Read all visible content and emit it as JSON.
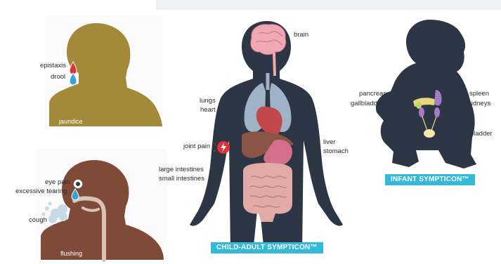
{
  "colors": {
    "jaundice_panel": "#a38a3b",
    "flushing_panel": "#7f4a38",
    "silhouette": "#2c3645",
    "banner": "#35b9d9",
    "brain": "#f1a8b5",
    "lungs": "#9fb2c7",
    "heart": "#c2484c",
    "liver": "#8a5447",
    "stomach": "#d36f8a",
    "intestines": "#e1aaa4",
    "pancreas": "#e8d87a",
    "kidneys": "#a57bc8",
    "bladder": "#f4e7b0",
    "joint_pain": "#e0303a",
    "epistaxis_drop": "#e0303a",
    "drool_drop": "#3aa0d8"
  },
  "panel_jaundice": {
    "caption": "jaundice",
    "labels": {
      "epistaxis": "epistaxis",
      "drool": "drool"
    }
  },
  "panel_flushing": {
    "caption": "flushing",
    "labels": {
      "eye_pain": "eye pain",
      "excessive_tearing": "excessive tearing",
      "cough": "cough"
    }
  },
  "adult": {
    "banner": "CHILD-ADULT SYMPTICON™",
    "labels": {
      "brain": "brain",
      "lungs": "lungs",
      "heart": "heart",
      "joint_pain": "joint pain",
      "liver": "liver",
      "stomach": "stomach",
      "large_intestines": "large intestines",
      "small_intestines": "small intestines"
    }
  },
  "infant": {
    "banner": "INFANT SYMPTICON™",
    "labels": {
      "pancreas": "pancreas",
      "gallbladder": "gallbladder",
      "spleen": "spleen",
      "kidneys": "kidneys",
      "bladder": "bladder"
    }
  }
}
